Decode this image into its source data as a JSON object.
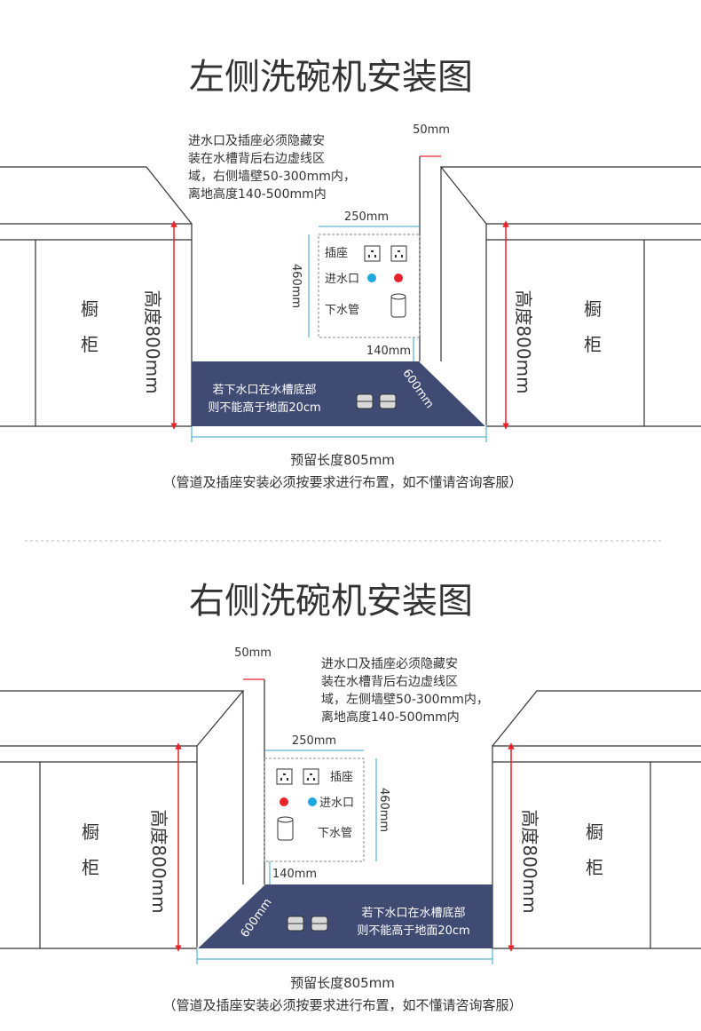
{
  "colors": {
    "floor": "#3f4b73",
    "arrow": "#e8242a",
    "dim": "#3aa0c8",
    "water": "#1ea7e0",
    "socket_dot": "#e8242a",
    "line": "#333333"
  },
  "icons": [
    "socket-icon",
    "water-inlet-dot",
    "drain-pipe-icon",
    "floor-drain-icon"
  ],
  "diagrams": [
    {
      "title": "左侧洗碗机安装图",
      "note_lines": [
        "进水口及插座必须隐藏安",
        "装在水槽背后右边虚线区",
        "域，右侧墙壁50-300mm内，",
        "离地高度140-500mm内"
      ],
      "gap_label": "50mm",
      "width_label": "250mm",
      "height_label": "460mm",
      "bottom_label": "140mm",
      "depth_label": "600mm",
      "socket_label": "插座",
      "inlet_label": "进水口",
      "drain_label": "下水管",
      "floor_text_1": "若下水口在水槽底部",
      "floor_text_2": "则不能高于地面20cm",
      "cabinet_char_1": "橱",
      "cabinet_char_2": "柜",
      "cab_height_label": "高度800mm",
      "length_label": "预留长度805mm",
      "footer": "（管道及插座安装必须按要求进行布置，如不懂请咨询客服）"
    },
    {
      "title": "右侧洗碗机安装图",
      "note_lines": [
        "进水口及插座必须隐藏安",
        "装在水槽背后右边虚线区",
        "域，左侧墙壁50-300mm内，",
        "离地高度140-500mm内"
      ],
      "gap_label": "50mm",
      "width_label": "250mm",
      "height_label": "460mm",
      "bottom_label": "140mm",
      "depth_label": "600mm",
      "socket_label": "插座",
      "inlet_label": "进水口",
      "drain_label": "下水管",
      "floor_text_1": "若下水口在水槽底部",
      "floor_text_2": "则不能高于地面20cm",
      "cabinet_char_1": "橱",
      "cabinet_char_2": "柜",
      "cab_height_label": "高度800mm",
      "length_label": "预留长度805mm",
      "footer": "（管道及插座安装必须按要求进行布置，如不懂请咨询客服）"
    }
  ]
}
